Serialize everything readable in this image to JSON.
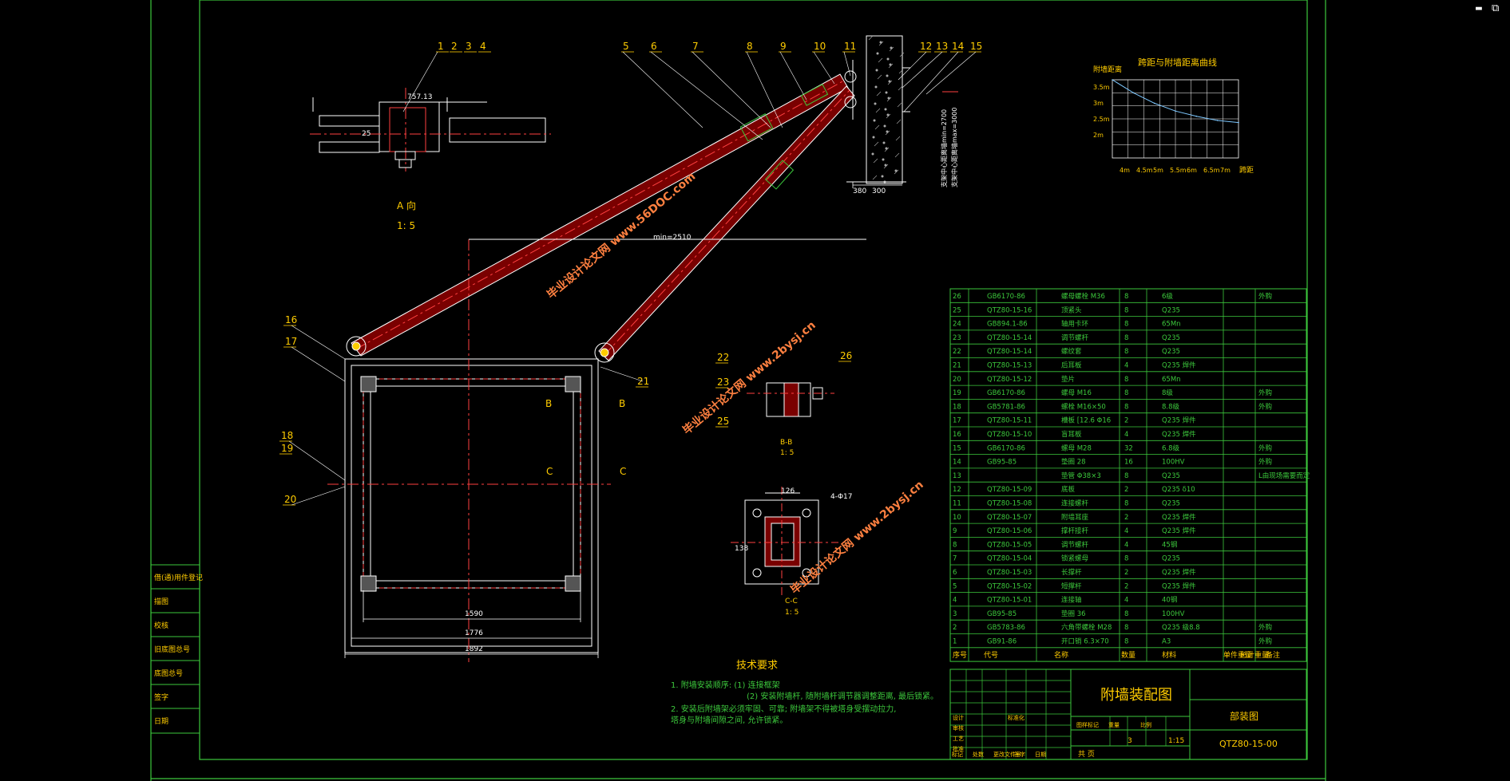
{
  "window_controls": {
    "minimize": "▬",
    "restore": "⧉"
  },
  "drawing": {
    "title": "附墙装配图",
    "drawing_number": "QTZ80-15-00",
    "category": "部装图",
    "scale": "1:15",
    "quantity": "3",
    "sheet_of": "共    页",
    "title_block_labels": [
      "标记",
      "处数",
      "更改文件号",
      "签字",
      "日期",
      "设计",
      "审核",
      "工艺",
      "批准",
      "标准化",
      "图样标记",
      "重量",
      "比例",
      "共",
      "页"
    ],
    "side_labels": [
      "借(通)用件登记",
      "描图",
      "校核",
      "旧底图总号",
      "底图总号",
      "签字",
      "日期"
    ],
    "view_labels": {
      "view_a": "A 向",
      "view_a_scale": "1: 5",
      "view_b": "B-B",
      "view_b_scale": "1: 5",
      "view_c": "C-C",
      "view_c_scale": "1: 5"
    },
    "dimensions": {
      "d1": "757.13",
      "d2": "1590",
      "d3": "1776",
      "d4": "1892",
      "d5": "min=2510",
      "d6": "380",
      "d7": "300",
      "d8": "126",
      "d9": "138",
      "d10": "4-Φ17",
      "d11": "25",
      "wall_note_1": "支架中心距离墙min=2700",
      "wall_note_2": "支架中心距离墙max=3000"
    },
    "callouts": [
      "1",
      "2",
      "3",
      "4",
      "5",
      "6",
      "7",
      "8",
      "9",
      "10",
      "11",
      "12",
      "13",
      "14",
      "15",
      "16",
      "17",
      "18",
      "19",
      "20",
      "21",
      "22",
      "23",
      "25",
      "26"
    ],
    "section_markers": [
      "B",
      "B",
      "C",
      "C"
    ],
    "watermark": "毕业设计论文网 www.56DOC.com",
    "watermark_alt": "毕业设计论文网 www.2bysj.cn"
  },
  "tech_requirements": {
    "title": "技术要求",
    "lines": [
      "1. 附墙安装顺序: (1) 连接框架",
      "(2) 安装附墙杆, 随附墙杆调节器调整距离, 最后锁紧。",
      "2. 安装后附墙架必须牢固、可靠; 附墙架不得被塔身受摆动拉力,",
      "   塔身与附墙间隙之间, 允许锁紧。"
    ]
  },
  "chart": {
    "title": "跨距与附墙距离曲线",
    "y_label": "附墙距离",
    "x_label": "跨距"
  },
  "chart_data": {
    "type": "line",
    "title": "跨距与附墙距离曲线",
    "xlabel": "跨距",
    "ylabel": "附墙距离",
    "x_ticks": [
      "4m",
      "4.5m",
      "5m",
      "5.5m",
      "6m",
      "6.5m",
      "7m"
    ],
    "y_ticks": [
      "3.5m",
      "3m",
      "2.5m",
      "2m"
    ],
    "x": [
      4.0,
      4.5,
      5.0,
      5.5,
      6.0,
      6.5,
      7.0
    ],
    "y": [
      3.5,
      3.25,
      3.05,
      2.9,
      2.8,
      2.72,
      2.68
    ],
    "xlim": [
      4.0,
      7.0
    ],
    "ylim": [
      2.0,
      3.5
    ],
    "grid": true,
    "color": "#7ec8ff"
  },
  "bom": {
    "headers": [
      "序号",
      "代号",
      "名称",
      "数量",
      "材料",
      "单件重量",
      "总计重量",
      "备注"
    ],
    "rows": [
      [
        "26",
        "GB6170-86",
        "螺母螺栓 M36",
        "8",
        "6级",
        "",
        "",
        "外购"
      ],
      [
        "25",
        "QTZ80-15-16",
        "顶紧头",
        "8",
        "Q235",
        "",
        "",
        ""
      ],
      [
        "24",
        "GB894.1-86",
        "轴用卡环",
        "8",
        "65Mn",
        "",
        "",
        ""
      ],
      [
        "23",
        "QTZ80-15-14",
        "调节螺杆",
        "8",
        "Q235",
        "",
        "",
        ""
      ],
      [
        "22",
        "QTZ80-15-14",
        "螺纹套",
        "8",
        "Q235",
        "",
        "",
        ""
      ],
      [
        "21",
        "QTZ80-15-13",
        "后耳板",
        "4",
        "Q235 焊件",
        "",
        "",
        ""
      ],
      [
        "20",
        "QTZ80-15-12",
        "垫片",
        "8",
        "65Mn",
        "",
        "",
        ""
      ],
      [
        "19",
        "GB6170-86",
        "螺母 M16",
        "8",
        "8级",
        "",
        "",
        "外购"
      ],
      [
        "18",
        "GB5781-86",
        "螺栓 M16×50",
        "8",
        "8.8级",
        "",
        "",
        "外购"
      ],
      [
        "17",
        "QTZ80-15-11",
        "槽板 [12.6 Φ16",
        "2",
        "Q235 焊件",
        "",
        "",
        ""
      ],
      [
        "16",
        "QTZ80-15-10",
        "盲耳板",
        "4",
        "Q235 焊件",
        "",
        "",
        ""
      ],
      [
        "15",
        "GB6170-86",
        "螺母 M28",
        "32",
        "6.8级",
        "",
        "",
        "外购"
      ],
      [
        "14",
        "GB95-85",
        "垫圈 28",
        "16",
        "100HV",
        "",
        "",
        "外购"
      ],
      [
        "13",
        "",
        "垫管 Φ38×3",
        "8",
        "Q235",
        "",
        "",
        "L由现场需要而定"
      ],
      [
        "12",
        "QTZ80-15-09",
        "底板",
        "2",
        "Q235 δ10",
        "",
        "",
        ""
      ],
      [
        "11",
        "QTZ80-15-08",
        "连接螺杆",
        "8",
        "Q235",
        "",
        "",
        ""
      ],
      [
        "10",
        "QTZ80-15-07",
        "附墙耳座",
        "2",
        "Q235 焊件",
        "",
        "",
        ""
      ],
      [
        "9",
        "QTZ80-15-06",
        "撑杆接杆",
        "4",
        "Q235 焊件",
        "",
        "",
        ""
      ],
      [
        "8",
        "QTZ80-15-05",
        "调节螺杆",
        "4",
        "45钢",
        "",
        "",
        ""
      ],
      [
        "7",
        "QTZ80-15-04",
        "锁紧螺母",
        "8",
        "Q235",
        "",
        "",
        ""
      ],
      [
        "6",
        "QTZ80-15-03",
        "长撑杆",
        "2",
        "Q235 焊件",
        "",
        "",
        ""
      ],
      [
        "5",
        "QTZ80-15-02",
        "短撑杆",
        "2",
        "Q235 焊件",
        "",
        "",
        ""
      ],
      [
        "4",
        "QTZ80-15-01",
        "连接轴",
        "4",
        "40钢",
        "",
        "",
        ""
      ],
      [
        "3",
        "GB95-85",
        "垫圈 36",
        "8",
        "100HV",
        "",
        "",
        ""
      ],
      [
        "2",
        "GB5783-86",
        "六角带螺栓 M28",
        "8",
        "Q235 级8.8",
        "",
        "",
        "外购"
      ],
      [
        "1",
        "GB91-86",
        "开口销 6.3×70",
        "8",
        "A3",
        "",
        "",
        "外购"
      ]
    ]
  }
}
